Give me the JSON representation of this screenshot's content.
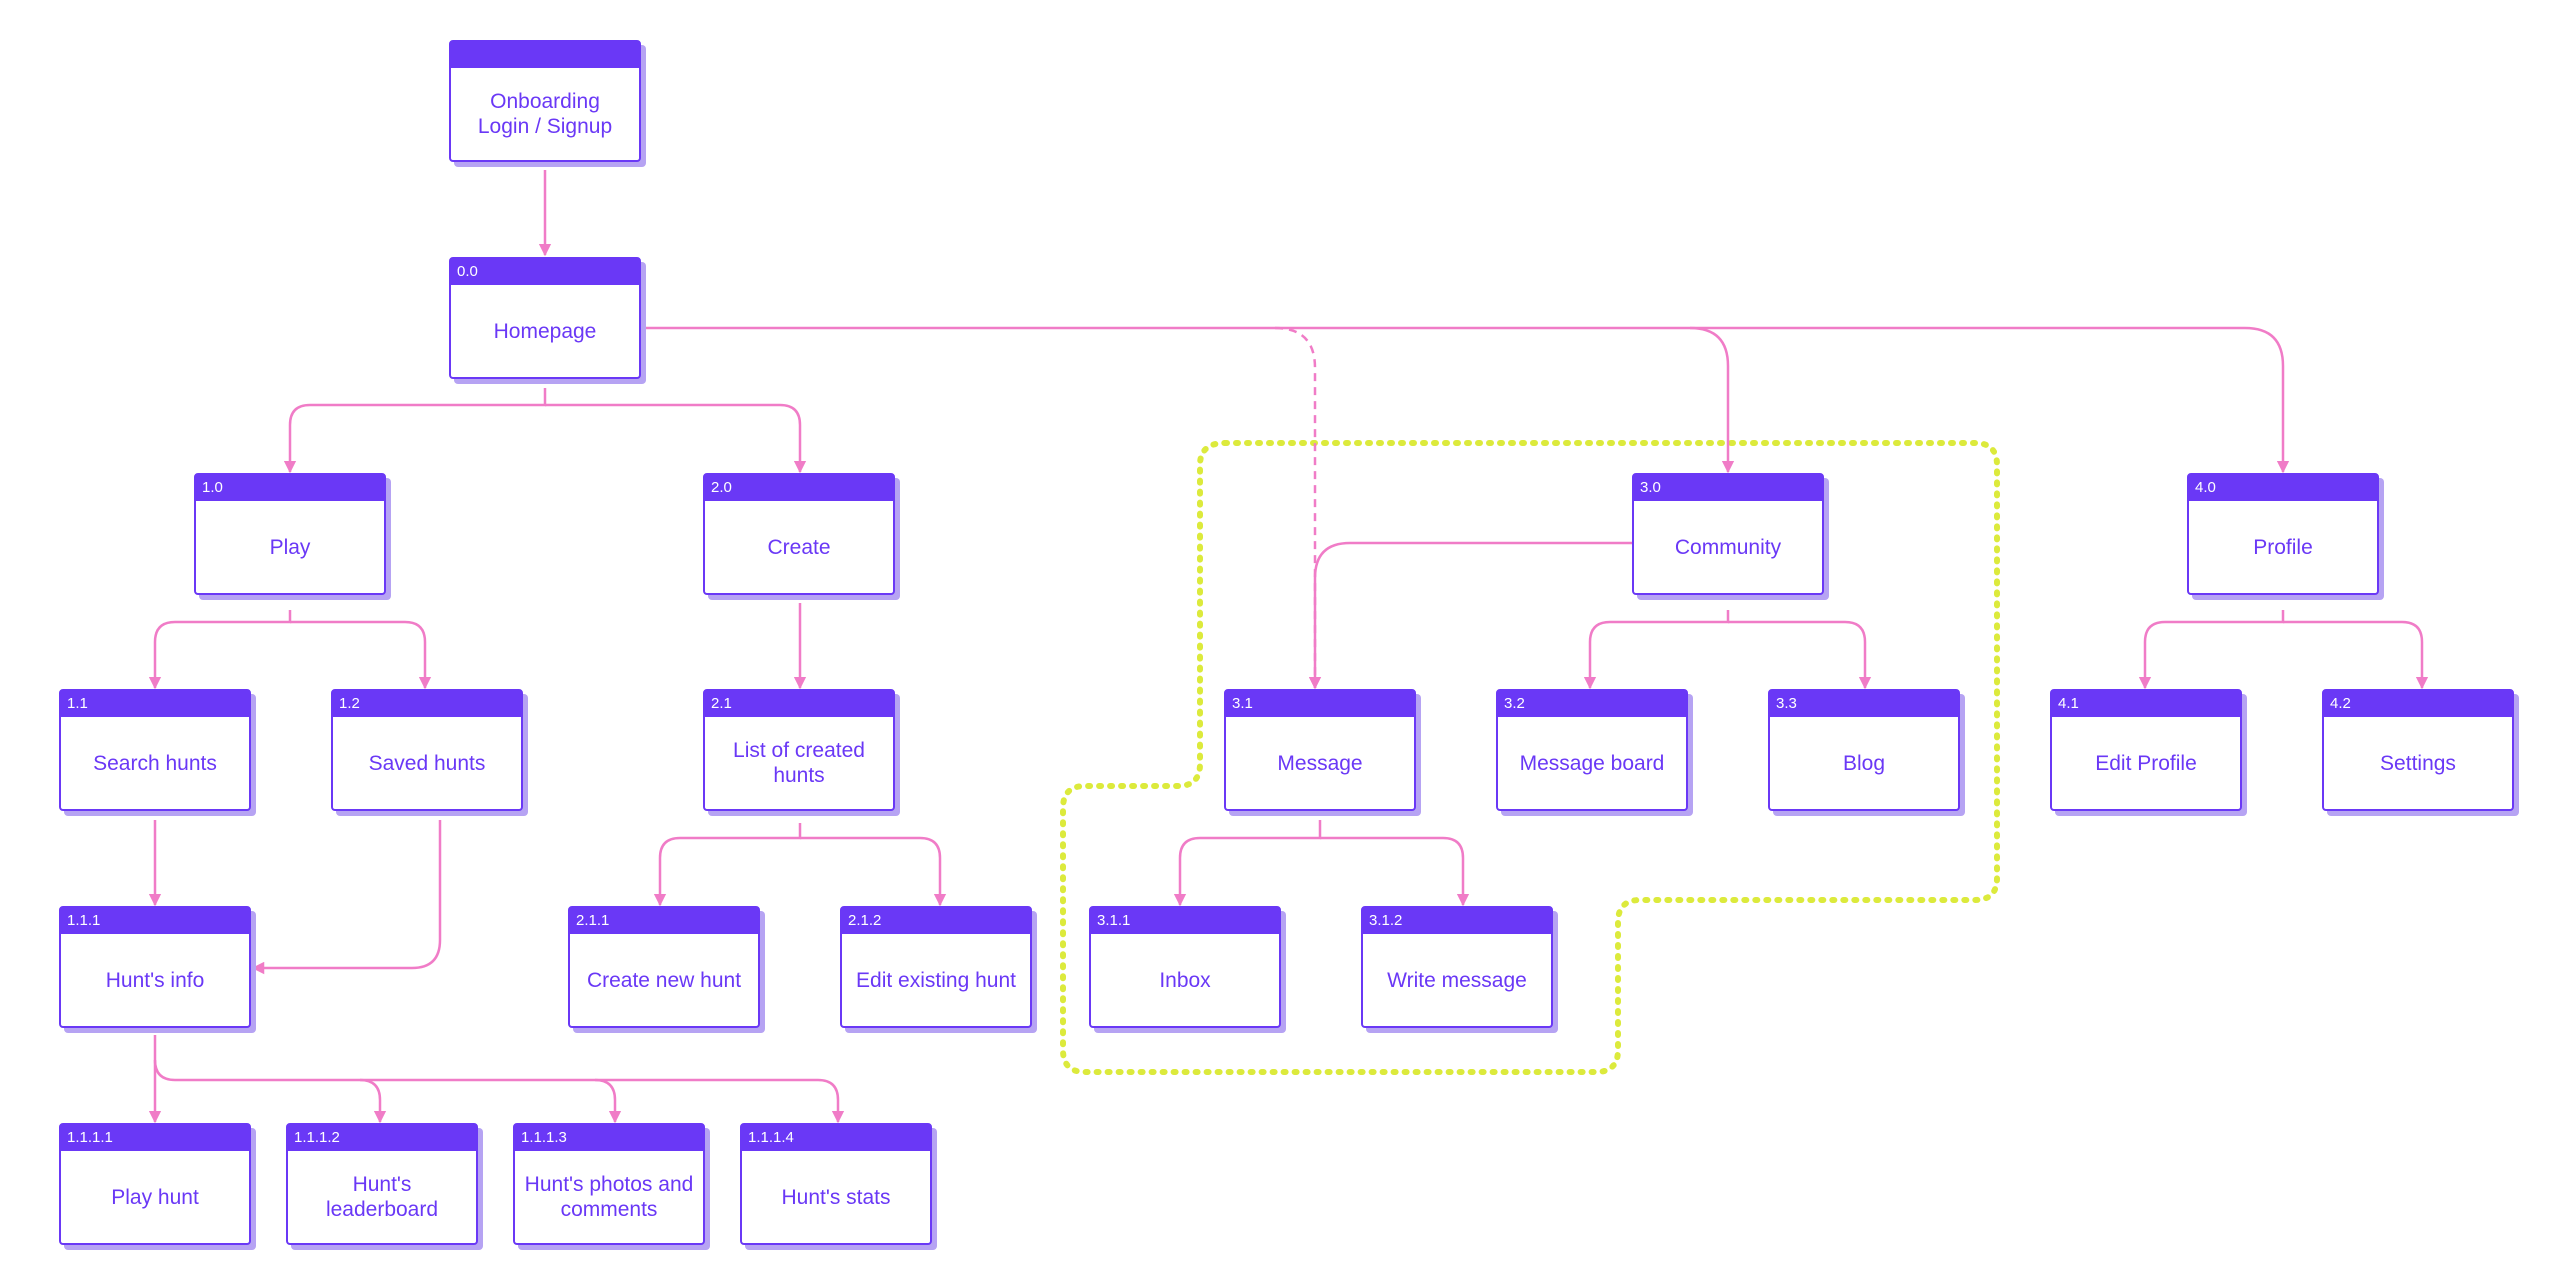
{
  "colors": {
    "node_header": "#6a38f6",
    "node_border": "#6a38f6",
    "node_text": "#6a38f6",
    "node_shadow": "#b6a3f3",
    "connector": "#f07cc7",
    "group_outline": "#dcea3c"
  },
  "nodes": [
    {
      "id": "onboarding",
      "code": "",
      "label": "Onboarding\nLogin / Signup"
    },
    {
      "id": "n0_0",
      "code": "0.0",
      "label": "Homepage"
    },
    {
      "id": "n1_0",
      "code": "1.0",
      "label": "Play"
    },
    {
      "id": "n2_0",
      "code": "2.0",
      "label": "Create"
    },
    {
      "id": "n3_0",
      "code": "3.0",
      "label": "Community"
    },
    {
      "id": "n4_0",
      "code": "4.0",
      "label": "Profile"
    },
    {
      "id": "n1_1",
      "code": "1.1",
      "label": "Search hunts"
    },
    {
      "id": "n1_2",
      "code": "1.2",
      "label": "Saved hunts"
    },
    {
      "id": "n2_1",
      "code": "2.1",
      "label": "List of created hunts"
    },
    {
      "id": "n3_1",
      "code": "3.1",
      "label": "Message"
    },
    {
      "id": "n3_2",
      "code": "3.2",
      "label": "Message board"
    },
    {
      "id": "n3_3",
      "code": "3.3",
      "label": "Blog"
    },
    {
      "id": "n4_1",
      "code": "4.1",
      "label": "Edit Profile"
    },
    {
      "id": "n4_2",
      "code": "4.2",
      "label": "Settings"
    },
    {
      "id": "n1_1_1",
      "code": "1.1.1",
      "label": "Hunt's info"
    },
    {
      "id": "n2_1_1",
      "code": "2.1.1",
      "label": "Create new hunt"
    },
    {
      "id": "n2_1_2",
      "code": "2.1.2",
      "label": "Edit existing hunt"
    },
    {
      "id": "n3_1_1",
      "code": "3.1.1",
      "label": "Inbox"
    },
    {
      "id": "n3_1_2",
      "code": "3.1.2",
      "label": "Write message"
    },
    {
      "id": "n1_1_1_1",
      "code": "1.1.1.1",
      "label": "Play hunt"
    },
    {
      "id": "n1_1_1_2",
      "code": "1.1.1.2",
      "label": "Hunt's leaderboard"
    },
    {
      "id": "n1_1_1_3",
      "code": "1.1.1.3",
      "label": "Hunt's photos and comments"
    },
    {
      "id": "n1_1_1_4",
      "code": "1.1.1.4",
      "label": "Hunt's stats"
    }
  ]
}
